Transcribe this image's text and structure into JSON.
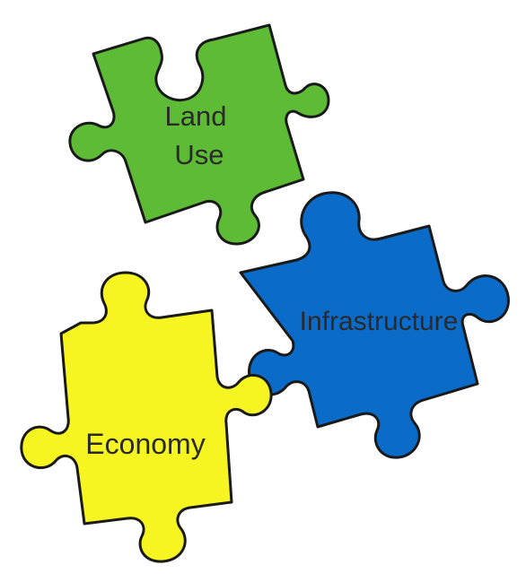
{
  "pieces": [
    {
      "id": "land-use",
      "lines": [
        "Land",
        "Use"
      ],
      "color": "#5dbb35"
    },
    {
      "id": "infrastructure",
      "lines": [
        "Infrastructure"
      ],
      "color": "#0a6bc9"
    },
    {
      "id": "economy",
      "lines": [
        "Economy"
      ],
      "color": "#f7f521"
    }
  ]
}
